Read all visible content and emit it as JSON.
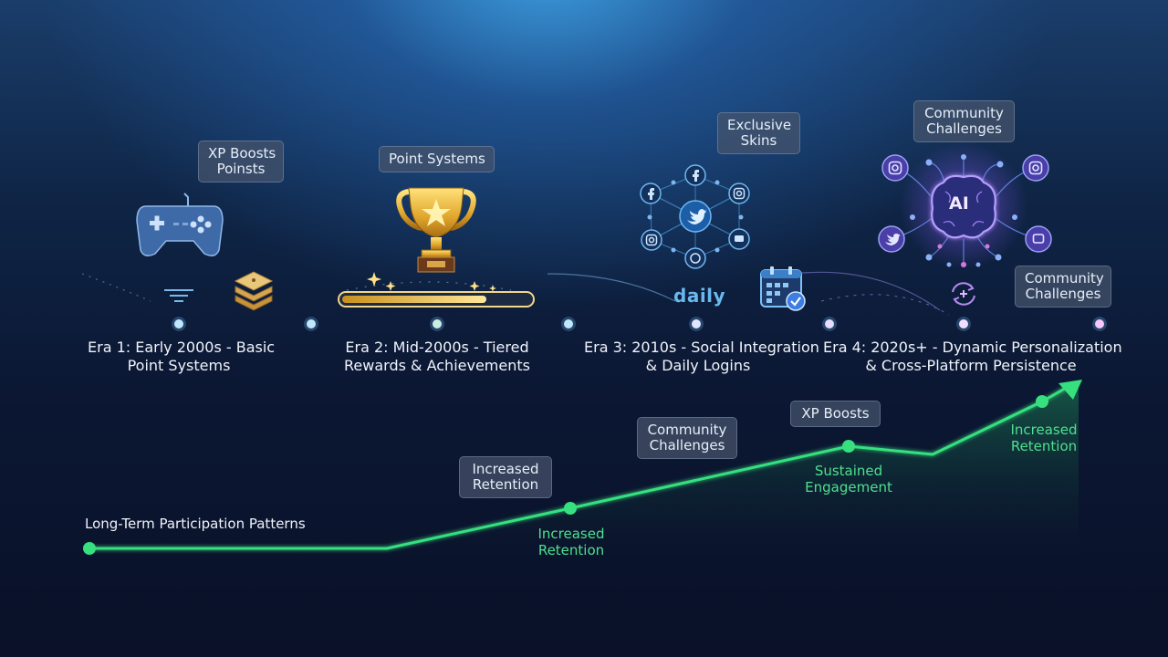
{
  "colors": {
    "timeline_blue": "#4fb8f0",
    "timeline_purple": "#c070f0",
    "growth_green": "#36e07e",
    "label_bg": "#46546c"
  },
  "icons": {
    "era1": [
      "gamepad-icon",
      "stack-icon",
      "signal-icon"
    ],
    "era2": [
      "trophy-icon",
      "progress-bar-icon",
      "sparkle-icon"
    ],
    "era3": [
      "social-network-icon",
      "twitter-icon",
      "facebook-icon",
      "instagram-icon",
      "calendar-check-icon"
    ],
    "era4": [
      "ai-brain-icon",
      "sync-icon",
      "instagram-icon",
      "twitter-icon"
    ]
  },
  "top_labels": {
    "era1_tag_line1": "XP Boosts",
    "era1_tag_line2": "Poinsts",
    "era2_tag": "Point Systems",
    "era3_tag_line1": "Exclusive",
    "era3_tag_line2": "Skins",
    "era4_tag_line1": "Community",
    "era4_tag_line2": "Challenges",
    "era4_side_line1": "Community",
    "era4_side_line2": "Challenges",
    "daily_text": "daily",
    "ai_text": "AI"
  },
  "eras": [
    {
      "line1": "Era 1: Early 2000s - Basic",
      "line2": "Point Systems"
    },
    {
      "line1": "Era 2: Mid-2000s - Tiered",
      "line2": "Rewards & Achievements"
    },
    {
      "line1": "Era 3: 2010s - Social Integration",
      "line2": "& Daily Logins"
    },
    {
      "line1": "Era 4: 2020s+ - Dynamic Personalization",
      "line2": "& Cross-Platform Persistence"
    }
  ],
  "growth": {
    "title": "Long-Term Participation Patterns",
    "box1_line1": "Increased",
    "box1_line2": "Retention",
    "box2_line1": "Community",
    "box2_line2": "Challenges",
    "box3": "XP Boosts",
    "green1_line1": "Increased",
    "green1_line2": "Retention",
    "green2_line1": "Sustained",
    "green2_line2": "Engagement",
    "green3_line1": "Increased",
    "green3_line2": "Retention"
  }
}
